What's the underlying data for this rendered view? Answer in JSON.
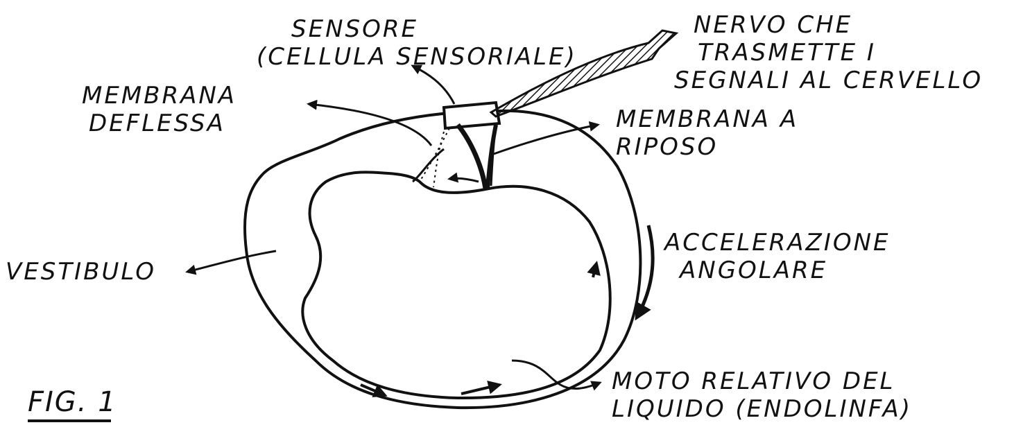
{
  "labels": {
    "sensore": [
      "SENSORE",
      "(CELLULA SENSORIALE)"
    ],
    "nervo": [
      "NERVO CHE",
      "TRASMETTE I",
      "SEGNALI AL CERVELLO"
    ],
    "membrana_deflessa": [
      "MEMBRANA",
      "DEFLESSA"
    ],
    "membrana_riposo": [
      "MEMBRANA A",
      "RIPOSO"
    ],
    "accelerazione": [
      "ACCELERAZIONE",
      "ANGOLARE"
    ],
    "vestibulo": "VESTIBULO",
    "moto": [
      "MOTO RELATIVO DEL",
      "LIQUIDO (ENDOLINFA)"
    ],
    "figure": "FIG. 1"
  },
  "colors": {
    "ink": "#111111",
    "paper": "#ffffff"
  }
}
